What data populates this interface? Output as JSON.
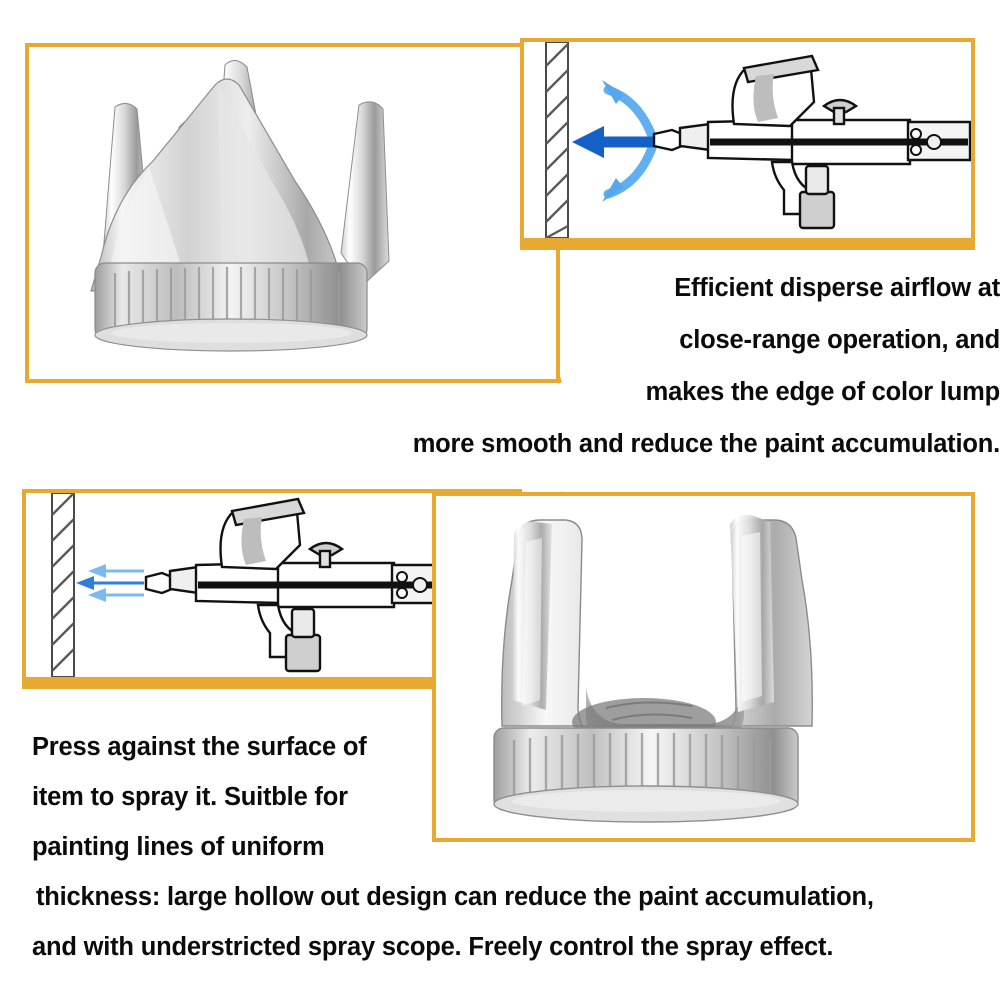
{
  "colors": {
    "frame_amber": "#e8a932",
    "arrow_dark_blue": "#1560c8",
    "arrow_light_blue": "#55a8ee",
    "background": "#ffffff",
    "text": "#0b0b0b",
    "metal_light": "#f2f2f2",
    "metal_mid": "#b8b8b8",
    "metal_dark": "#6e6e6e"
  },
  "panels": {
    "top_left": {
      "name": "crown-cap-photo",
      "caption_alt": "five-prong crown nozzle cap with knurled base"
    },
    "top_right": {
      "name": "airbrush-dispersed-spray-diagram",
      "arrows": [
        {
          "id": "arrow-up-curved",
          "color": "#55a8ee",
          "direction": "upper-left",
          "style": "curved"
        },
        {
          "id": "arrow-center-straight",
          "color": "#1560c8",
          "direction": "left",
          "style": "straight"
        },
        {
          "id": "arrow-down-curved",
          "color": "#55a8ee",
          "direction": "lower-left",
          "style": "curved"
        }
      ],
      "surface_label": "hatched-surface-wall"
    },
    "bottom_left": {
      "name": "airbrush-focused-spray-diagram",
      "arrows": [
        {
          "id": "arrow-top-parallel",
          "color": "#55a8ee",
          "direction": "left",
          "style": "straight"
        },
        {
          "id": "arrow-middle-parallel",
          "color": "#1560c8",
          "direction": "left",
          "style": "straight"
        },
        {
          "id": "arrow-bottom-parallel",
          "color": "#55a8ee",
          "direction": "left",
          "style": "straight"
        }
      ],
      "surface_label": "hatched-surface-wall"
    },
    "bottom_right": {
      "name": "u-fork-cap-photo",
      "caption_alt": "two-prong U shaped hollow nozzle cap with knurled base"
    }
  },
  "text_top": {
    "lines": [
      "Efficient disperse airflow at",
      "close-range operation, and",
      "makes the edge of color lump",
      "more smooth and reduce the paint accumulation."
    ]
  },
  "text_bottom": {
    "lines": [
      "Press against the surface of",
      "item to spray it. Suitble for",
      "painting lines of uniform",
      "thickness: large hollow out design can reduce the paint accumulation,",
      "and with understricted spray scope. Freely control the spray effect."
    ]
  }
}
